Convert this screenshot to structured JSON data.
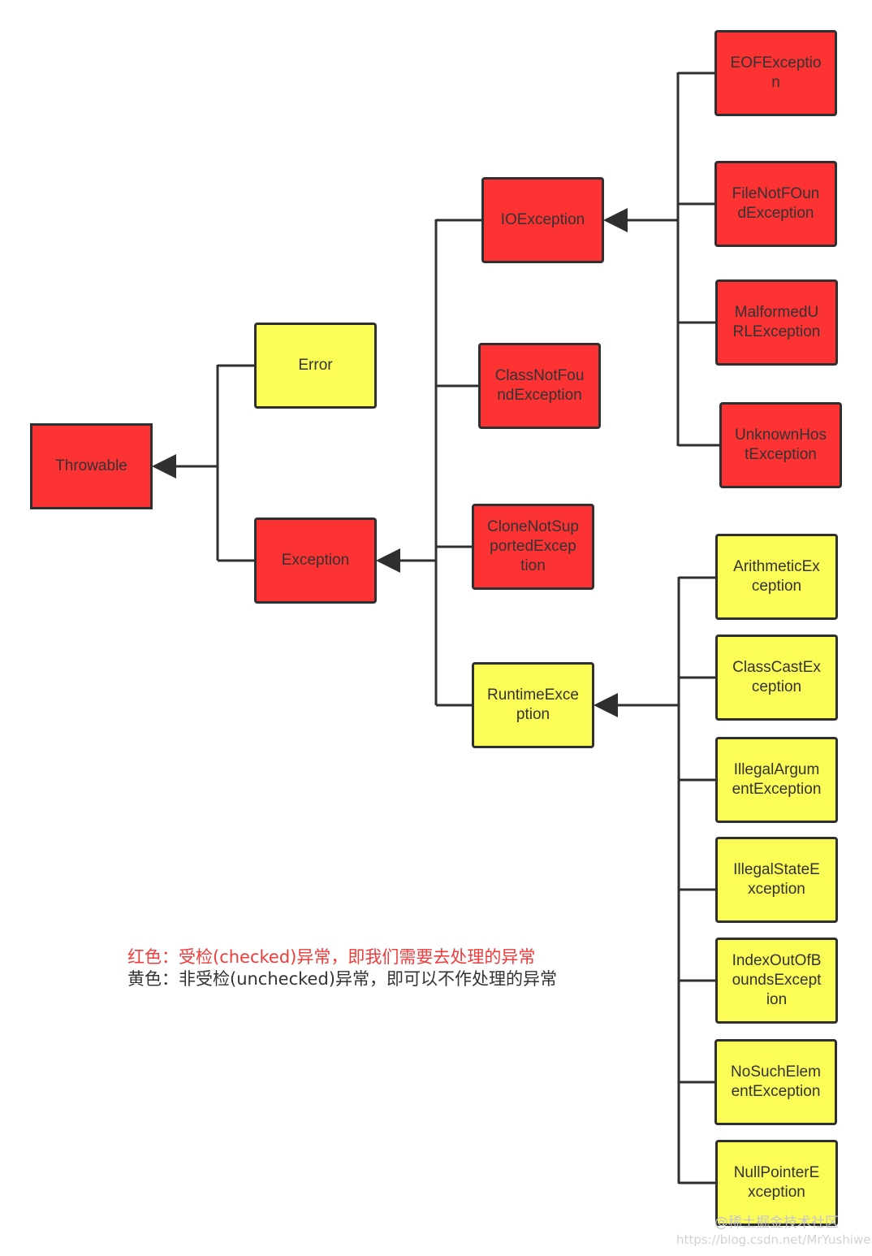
{
  "nodes": {
    "throwable": "Throwable",
    "error": "Error",
    "exception": "Exception",
    "io_exception": "IOException",
    "class_not_found": "ClassNotFou\nndException",
    "clone_not_supported": "CloneNotSup\nportedExcep\ntion",
    "runtime_exception": "RuntimeExce\nption",
    "eof_exception": "EOFExceptio\nn",
    "file_not_found": "FileNotFOun\ndException",
    "malformed_url": "MalformedU\nRLException",
    "unknown_host": "UnknownHos\ntException",
    "arithmetic": "ArithmeticEx\nception",
    "class_cast": "ClassCastEx\nception",
    "illegal_argument": "IllegalArgum\nentException",
    "illegal_state": "IllegalStateE\nxception",
    "index_out_of_bounds": "IndexOutOfB\noundsExcept\nion",
    "no_such_element": "NoSuchElem\nentException",
    "null_pointer": "NullPointerE\nxception"
  },
  "legend": {
    "red": "红色：受检(checked)异常，即我们需要去处理的异常",
    "yellow": "黄色：非受检(unchecked)异常，即可以不作处理的异常"
  },
  "watermark": {
    "site": "@稀土掘金技术社区",
    "url": "https://blog.csdn.net/MrYushiwen"
  },
  "colors": {
    "checked": "#fc3233",
    "unchecked": "#fbfc55",
    "line": "#2f2f2f"
  }
}
